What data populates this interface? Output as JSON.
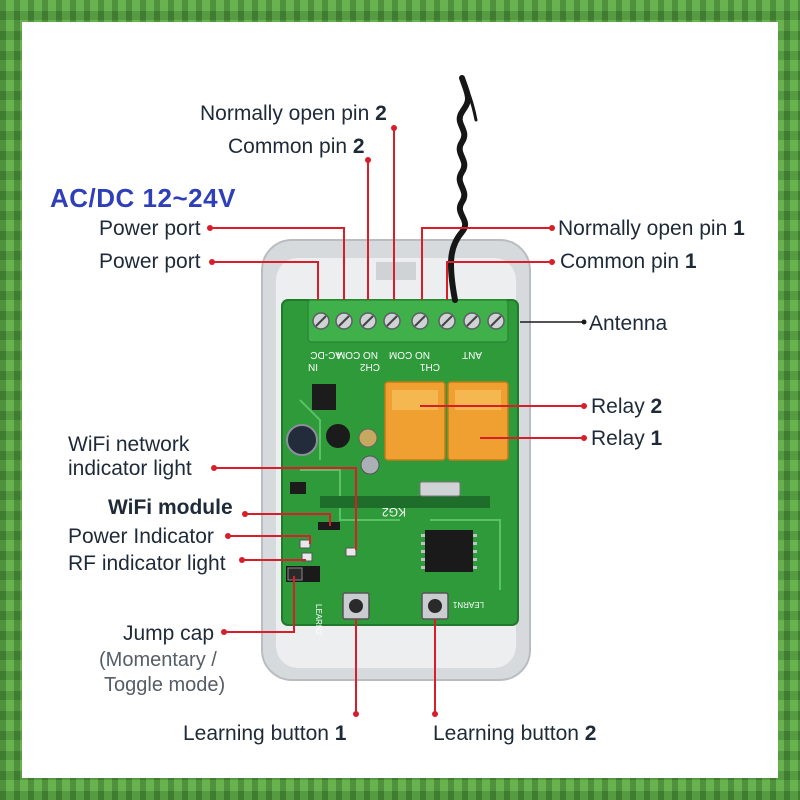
{
  "title": "AC/DC 12~24V",
  "labels": {
    "no_pin_2": {
      "text": "Normally open pin ",
      "num": "2"
    },
    "com_pin_2": {
      "text": "Common pin ",
      "num": "2"
    },
    "power_port_a": "Power port",
    "power_port_b": "Power port",
    "no_pin_1": {
      "text": "Normally open pin ",
      "num": "1"
    },
    "com_pin_1": {
      "text": "Common pin ",
      "num": "1"
    },
    "antenna": "Antenna",
    "relay_2": {
      "text": "Relay ",
      "num": "2"
    },
    "relay_1": {
      "text": "Relay ",
      "num": "1"
    },
    "wifi_indicator_line1": "WiFi network",
    "wifi_indicator_line2": "indicator light",
    "wifi_module": "WiFi module",
    "power_indicator": "Power Indicator",
    "rf_indicator": "RF indicator light",
    "jump_cap": "Jump cap",
    "jump_cap_note_line1": "(Momentary /",
    "jump_cap_note_line2": "Toggle mode)",
    "learn_btn_1": {
      "text": "Learning button ",
      "num": "1"
    },
    "learn_btn_2": {
      "text": "Learning button ",
      "num": "2"
    }
  },
  "board_text": {
    "terminal_labels": [
      "IN",
      "AC-DC",
      "CH2",
      "NO COM",
      "CH1",
      "NO COM",
      "ANT"
    ],
    "model": "KG2",
    "learn2": "LEARN2",
    "learn1": "LEARN1"
  },
  "colors": {
    "leader_line": "#d81e2a",
    "title": "#2f3fb8",
    "pcb": "#2e9a3a",
    "relay": "#f0a030",
    "terminal": "#3fb04a"
  }
}
